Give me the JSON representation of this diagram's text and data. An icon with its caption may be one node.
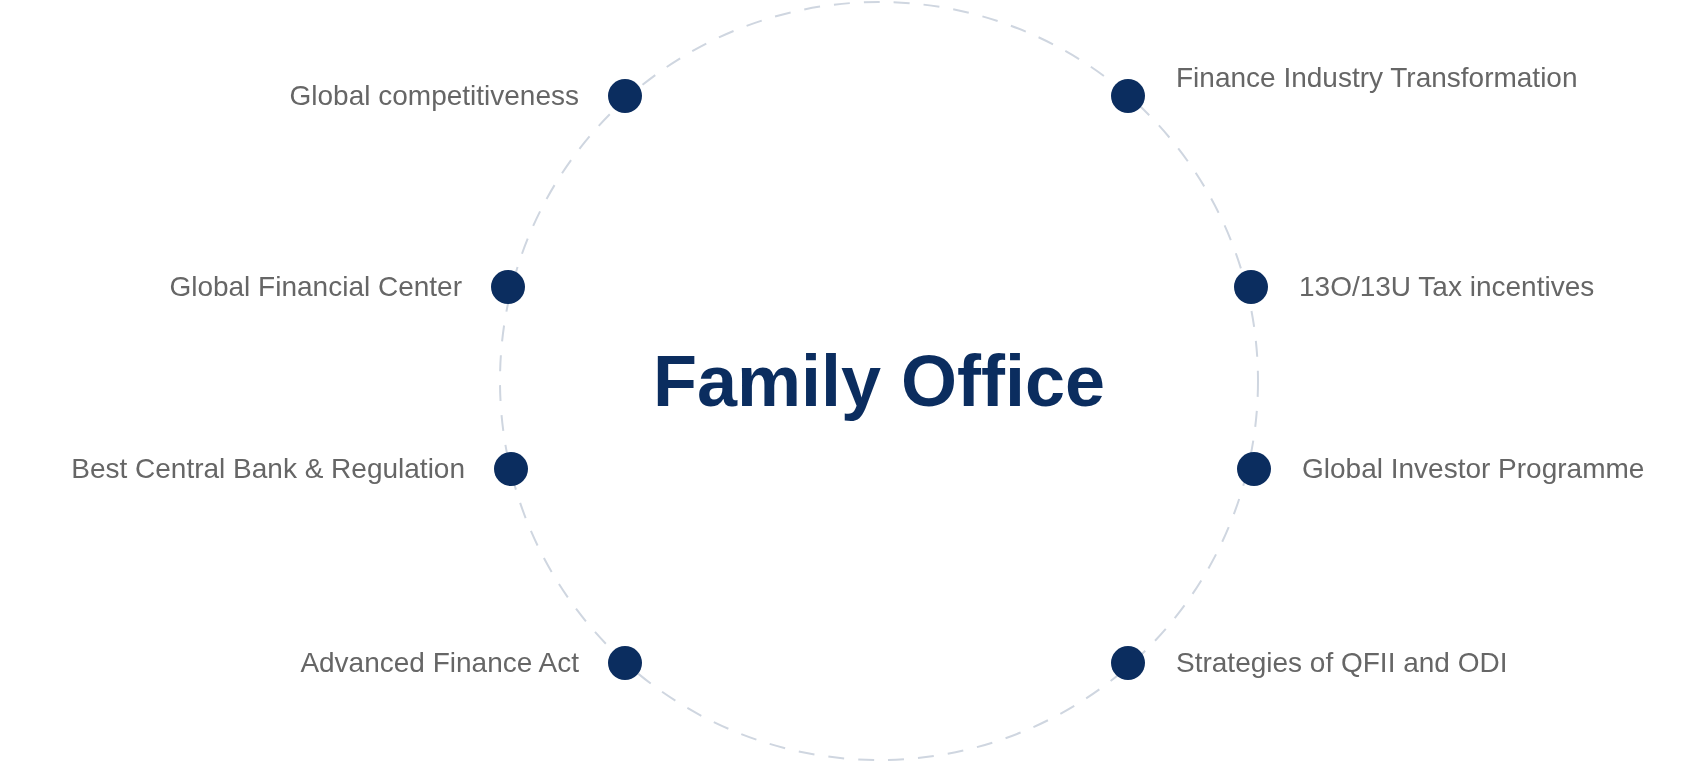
{
  "diagram": {
    "nodes": [
      {
        "text": [
          "Family Office"
        ]
      },
      {
        "text": [],
        "shape": "circle",
        "beside": [
          "Global competitiveness"
        ]
      },
      {
        "text": [],
        "shape": "circle",
        "beside": [
          "Finance Industry Transformation"
        ]
      },
      {
        "text": [],
        "shape": "circle",
        "beside": [
          "Global Financial Center"
        ]
      },
      {
        "text": [],
        "shape": "circle",
        "beside": [
          "13O/13U Tax incentives"
        ]
      },
      {
        "text": [],
        "shape": "circle",
        "beside": [
          "Best Central Bank & Regulation"
        ]
      },
      {
        "text": [],
        "shape": "circle",
        "beside": [
          "Global Investor Programme"
        ]
      },
      {
        "text": [],
        "shape": "circle",
        "beside": [
          "Advanced Finance Act"
        ]
      },
      {
        "text": [],
        "shape": "circle",
        "beside": [
          "Strategies of QFII and ODI"
        ]
      }
    ],
    "edges": []
  }
}
